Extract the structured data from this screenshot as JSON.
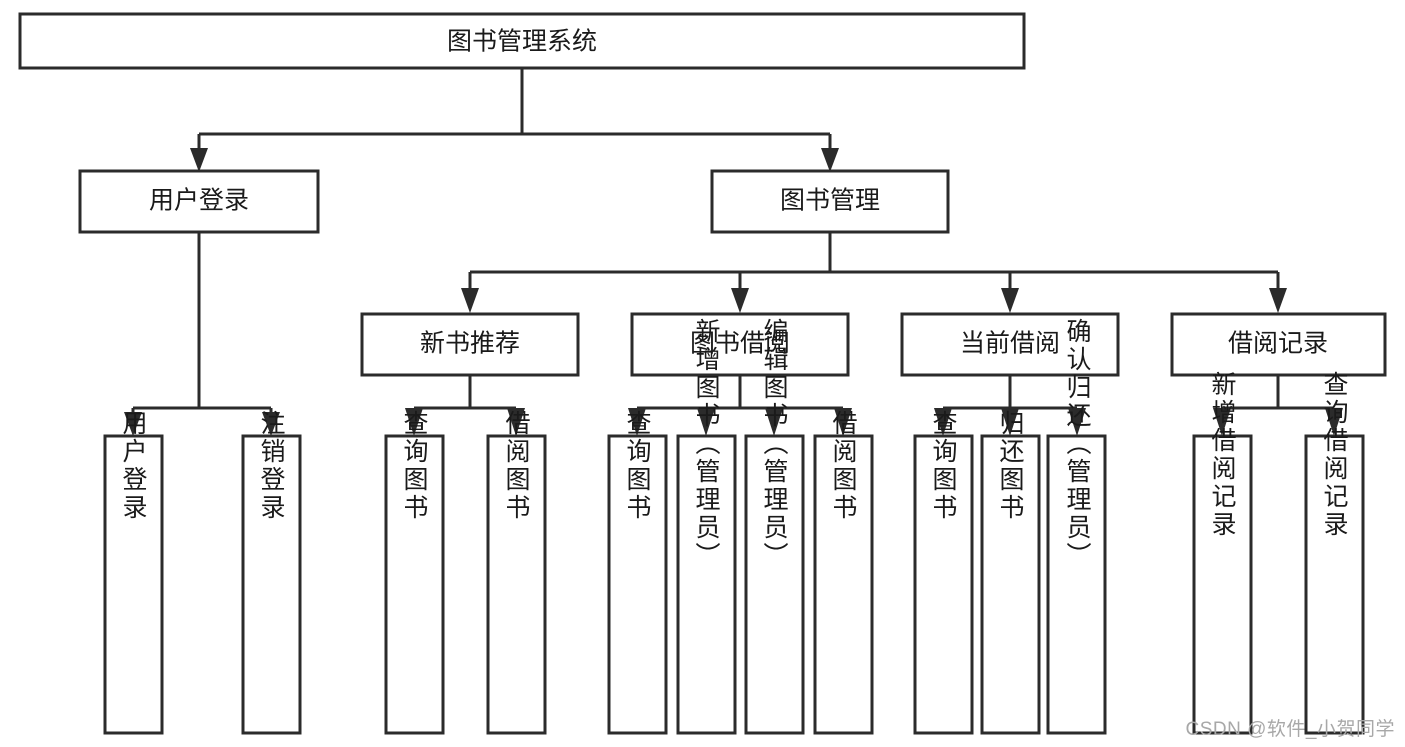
{
  "diagram": {
    "title": "图书管理系统",
    "watermark": "CSDN @软件_小贺同学",
    "colors": {
      "stroke": "#2b2b2b",
      "fill": "#ffffff",
      "text": "#1a1a1a",
      "watermark": "#a8a8a8"
    },
    "levels": {
      "root_label": "图书管理系统",
      "level2": [
        {
          "label": "用户登录"
        },
        {
          "label": "图书管理"
        }
      ],
      "level3": [
        {
          "label": "新书推荐"
        },
        {
          "label": "图书借阅"
        },
        {
          "label": "当前借阅"
        },
        {
          "label": "借阅记录"
        }
      ],
      "leaves_user_login": [
        {
          "label": "用户登录"
        },
        {
          "label": "注销登录"
        }
      ],
      "leaves_new_book": [
        {
          "label": "查询图书"
        },
        {
          "label": "借阅图书"
        }
      ],
      "leaves_borrow_book": [
        {
          "label": "查询图书"
        },
        {
          "label": "新增图书（管理员）"
        },
        {
          "label": "编辑图书（管理员）"
        },
        {
          "label": "借阅图书"
        }
      ],
      "leaves_current_borrow": [
        {
          "label": "查询图书"
        },
        {
          "label": "归还图书"
        },
        {
          "label": "确认归还（管理员）"
        }
      ],
      "leaves_borrow_record": [
        {
          "label": "新增借阅记录"
        },
        {
          "label": "查询借阅记录"
        }
      ]
    }
  }
}
